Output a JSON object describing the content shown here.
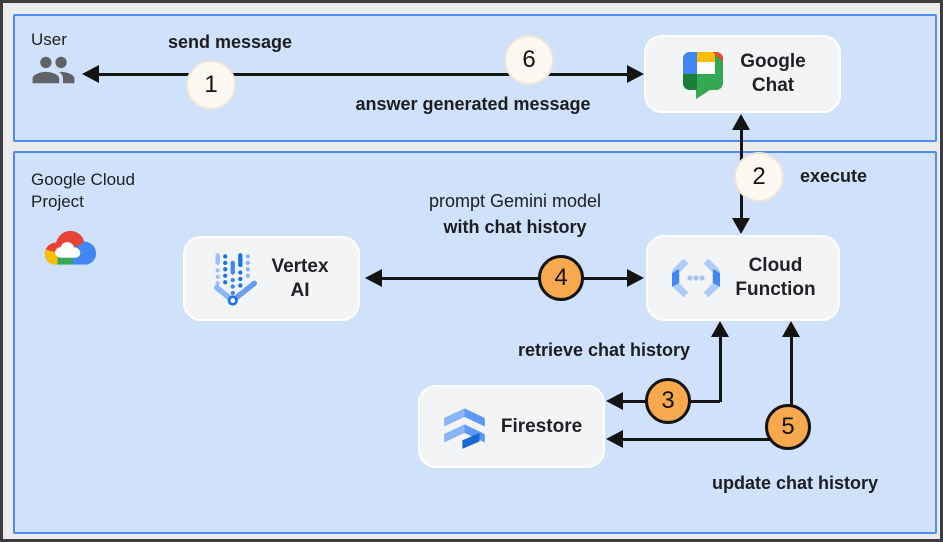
{
  "colors": {
    "lane_fill": "#cfe1fb",
    "lane_border": "#4e8cf0",
    "node_fill": "#f3f4f6",
    "arrow": "#141414",
    "step_white": "#fcf9f3",
    "step_orange": "#f8a94e"
  },
  "lanes": {
    "user": {
      "label": "User"
    },
    "gcp": {
      "label_line1": "Google Cloud",
      "label_line2": "Project"
    }
  },
  "nodes": {
    "google_chat": {
      "line1": "Google",
      "line2": "Chat"
    },
    "vertex_ai": {
      "line1": "Vertex",
      "line2": "AI"
    },
    "cloud_function": {
      "line1": "Cloud",
      "line2": "Function"
    },
    "firestore": {
      "label": "Firestore"
    }
  },
  "edge_labels": {
    "send_message": "send message",
    "answer_generated": "answer generated message",
    "execute": "execute",
    "prompt_line1": "prompt Gemini model",
    "prompt_line2": "with chat history",
    "retrieve": "retrieve chat history",
    "update": "update chat history"
  },
  "steps": {
    "s1": "1",
    "s2": "2",
    "s3": "3",
    "s4": "4",
    "s5": "5",
    "s6": "6"
  }
}
